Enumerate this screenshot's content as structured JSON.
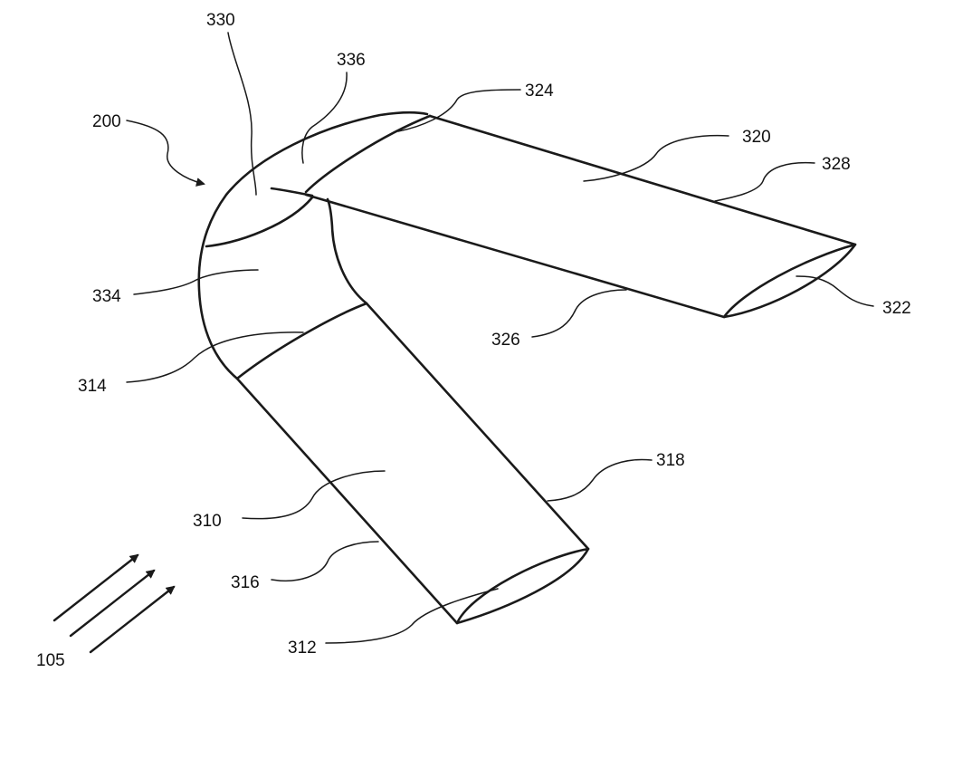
{
  "figure": {
    "labels": {
      "l200": "200",
      "l330": "330",
      "l336": "336",
      "l324": "324",
      "l320": "320",
      "l328": "328",
      "l334": "334",
      "l322": "322",
      "l326": "326",
      "l314": "314",
      "l318": "318",
      "l310": "310",
      "l316": "316",
      "l312": "312",
      "l105": "105"
    }
  }
}
